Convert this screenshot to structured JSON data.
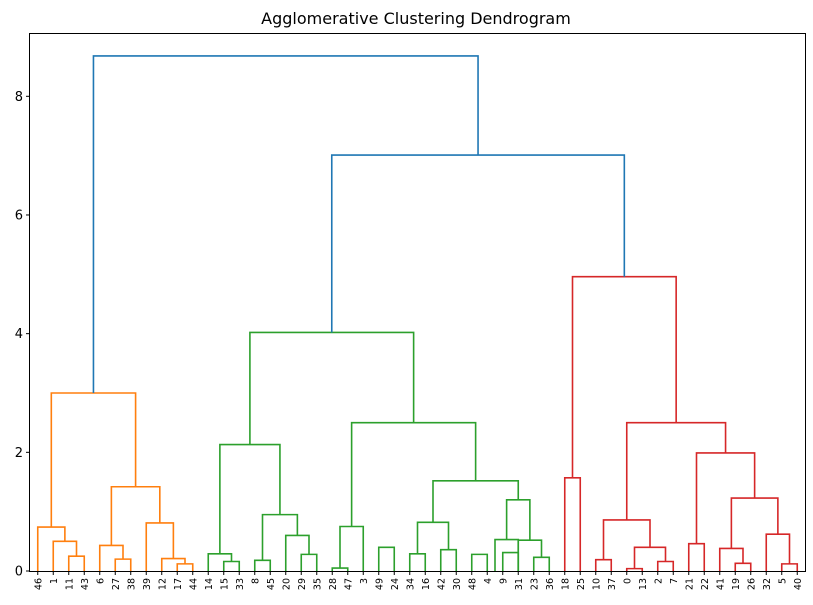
{
  "chart_data": {
    "type": "dendrogram",
    "title": "Agglomerative Clustering Dendrogram",
    "xlabel": "",
    "ylabel": "",
    "ylim": [
      0,
      9.05
    ],
    "yticks": [
      0,
      2,
      4,
      6,
      8
    ],
    "ytick_labels": [
      "0",
      "2",
      "4",
      "6",
      "8"
    ],
    "grid": false,
    "leaf_order": [
      "46",
      "1",
      "11",
      "43",
      "6",
      "27",
      "38",
      "39",
      "12",
      "17",
      "44",
      "14",
      "15",
      "33",
      "8",
      "45",
      "20",
      "29",
      "35",
      "28",
      "47",
      "3",
      "49",
      "24",
      "34",
      "16",
      "42",
      "30",
      "48",
      "4",
      "9",
      "31",
      "23",
      "36",
      "18",
      "25",
      "10",
      "37",
      "0",
      "13",
      "2",
      "7",
      "21",
      "22",
      "41",
      "19",
      "26",
      "32",
      "5",
      "40"
    ],
    "colors": {
      "orange": "#ff7f0e",
      "green": "#2ca02c",
      "red": "#d62728",
      "above_threshold": "#1f77b4"
    },
    "links": [
      {
        "left": 2,
        "right": 3,
        "height": 0.25,
        "color": "orange"
      },
      {
        "left": 1,
        "right": 2.5,
        "height": 0.5,
        "color": "orange"
      },
      {
        "left": 0,
        "right": 1.75,
        "height": 0.74,
        "color": "orange"
      },
      {
        "left": 5,
        "right": 6,
        "height": 0.2,
        "color": "orange"
      },
      {
        "left": 4,
        "right": 5.5,
        "height": 0.43,
        "color": "orange"
      },
      {
        "left": 9,
        "right": 10,
        "height": 0.12,
        "color": "orange"
      },
      {
        "left": 8,
        "right": 9.5,
        "height": 0.21,
        "color": "orange"
      },
      {
        "left": 7,
        "right": 8.75,
        "height": 0.81,
        "color": "orange"
      },
      {
        "left": 4.75,
        "right": 7.875,
        "height": 1.42,
        "color": "orange"
      },
      {
        "left": 0.875,
        "right": 6.3125,
        "height": 3.0,
        "color": "orange"
      },
      {
        "left": 12,
        "right": 13,
        "height": 0.16,
        "color": "green"
      },
      {
        "left": 11,
        "right": 12.5,
        "height": 0.29,
        "color": "green"
      },
      {
        "left": 14,
        "right": 15,
        "height": 0.18,
        "color": "green"
      },
      {
        "left": 17,
        "right": 18,
        "height": 0.28,
        "color": "green"
      },
      {
        "left": 16,
        "right": 17.5,
        "height": 0.6,
        "color": "green"
      },
      {
        "left": 14.5,
        "right": 16.75,
        "height": 0.95,
        "color": "green"
      },
      {
        "left": 11.75,
        "right": 15.625,
        "height": 2.13,
        "color": "green"
      },
      {
        "left": 19,
        "right": 20,
        "height": 0.05,
        "color": "green"
      },
      {
        "left": 19.5,
        "right": 21,
        "height": 0.75,
        "color": "green"
      },
      {
        "left": 22,
        "right": 23,
        "height": 0.4,
        "color": "green"
      },
      {
        "left": 24,
        "right": 25,
        "height": 0.29,
        "color": "green"
      },
      {
        "left": 26,
        "right": 27,
        "height": 0.36,
        "color": "green"
      },
      {
        "left": 24.5,
        "right": 26.5,
        "height": 0.82,
        "color": "green"
      },
      {
        "left": 28,
        "right": 29,
        "height": 0.28,
        "color": "green"
      },
      {
        "left": 30,
        "right": 31,
        "height": 0.31,
        "color": "green"
      },
      {
        "left": 29.5,
        "right": 31.0,
        "height": 0.53,
        "color": "green"
      },
      {
        "left": 31.5,
        "right": 32,
        "height": 0.0,
        "color": "green",
        "hidden": true
      },
      {
        "left": 32,
        "right": 33,
        "height": 0.23,
        "color": "green"
      },
      {
        "left": 31,
        "right": 32.5,
        "height": 0.52,
        "color": "green"
      },
      {
        "left": 30.25,
        "right": 31.75,
        "height": 1.2,
        "color": "green"
      },
      {
        "left": 25.5,
        "right": 31.0,
        "height": 1.52,
        "color": "green"
      },
      {
        "left": 20.25,
        "right": 28.25,
        "height": 2.5,
        "color": "green"
      },
      {
        "left": 13.6875,
        "right": 24.25,
        "height": 4.02,
        "color": "green"
      },
      {
        "left": 34,
        "right": 35,
        "height": 1.57,
        "color": "red"
      },
      {
        "left": 36,
        "right": 37,
        "height": 0.19,
        "color": "red"
      },
      {
        "left": 38,
        "right": 39,
        "height": 0.04,
        "color": "red"
      },
      {
        "left": 40,
        "right": 41,
        "height": 0.16,
        "color": "red"
      },
      {
        "left": 38.5,
        "right": 40.5,
        "height": 0.4,
        "color": "red"
      },
      {
        "left": 36.5,
        "right": 39.5,
        "height": 0.86,
        "color": "red"
      },
      {
        "left": 42,
        "right": 43,
        "height": 0.46,
        "color": "red"
      },
      {
        "left": 45,
        "right": 46,
        "height": 0.13,
        "color": "red"
      },
      {
        "left": 44,
        "right": 45.5,
        "height": 0.38,
        "color": "red"
      },
      {
        "left": 48,
        "right": 49,
        "height": 0.12,
        "color": "red"
      },
      {
        "left": 47,
        "right": 48.5,
        "height": 0.62,
        "color": "red"
      },
      {
        "left": 44.75,
        "right": 47.75,
        "height": 1.23,
        "color": "red"
      },
      {
        "left": 42.5,
        "right": 46.25,
        "height": 1.99,
        "color": "red"
      },
      {
        "left": 38,
        "right": 44.375,
        "height": 2.5,
        "color": "red"
      },
      {
        "left": 34.5,
        "right": 41.1875,
        "height": 4.96,
        "color": "red"
      },
      {
        "left": 18.96875,
        "right": 37.84375,
        "height": 7.01,
        "color": "above_threshold"
      },
      {
        "left": 3.59375,
        "right": 28.40625,
        "height": 8.68,
        "color": "above_threshold"
      }
    ]
  }
}
